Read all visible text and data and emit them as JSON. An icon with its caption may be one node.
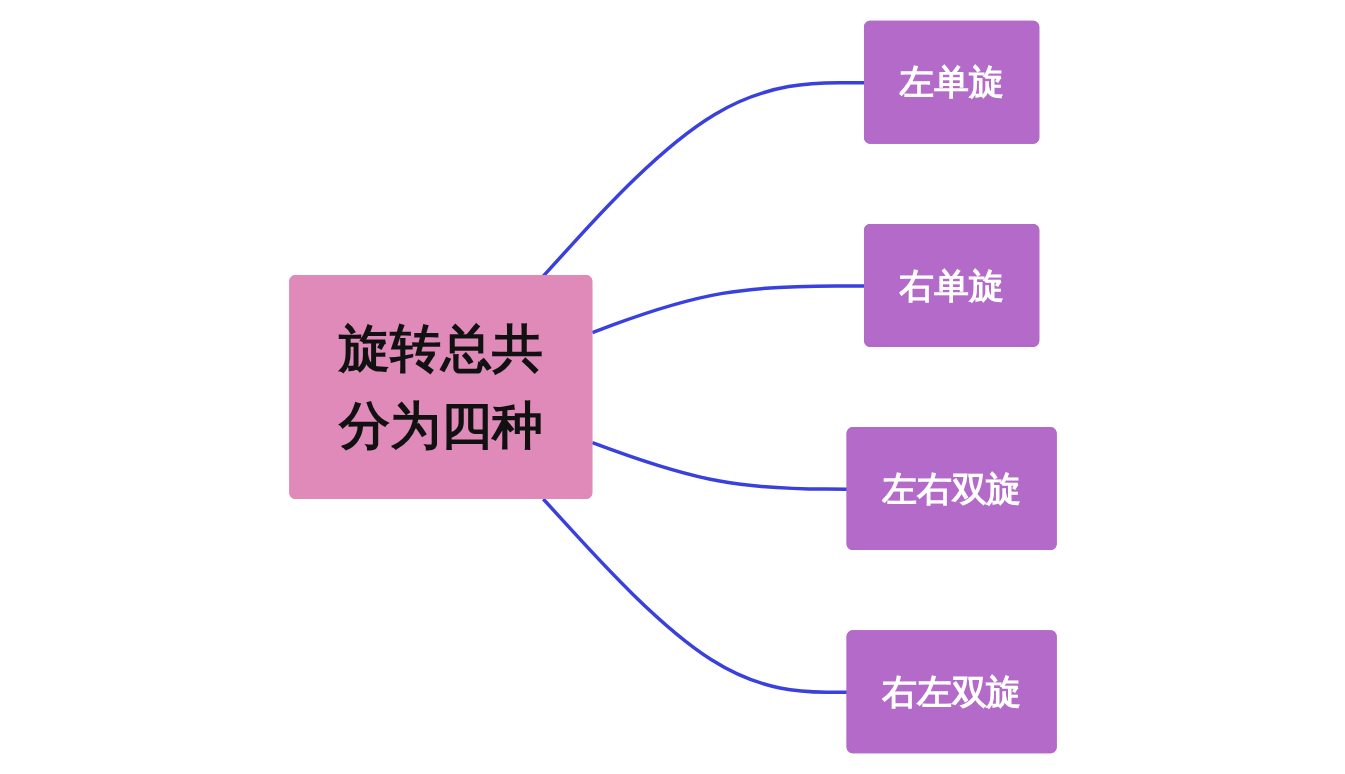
{
  "diagram": {
    "nodes": [
      {
        "text": [
          "旋转总共分为四种"
        ]
      },
      {
        "text": [
          "左单旋"
        ]
      },
      {
        "text": [
          "右单旋"
        ]
      },
      {
        "text": [
          "左右双旋"
        ]
      },
      {
        "text": [
          "右左双旋"
        ]
      }
    ],
    "edges": [
      {
        "from": 0,
        "to": 1,
        "arrow": "none"
      },
      {
        "from": 0,
        "to": 2,
        "arrow": "none"
      },
      {
        "from": 0,
        "to": 3,
        "arrow": "none"
      },
      {
        "from": 0,
        "to": 4,
        "arrow": "none"
      }
    ]
  }
}
